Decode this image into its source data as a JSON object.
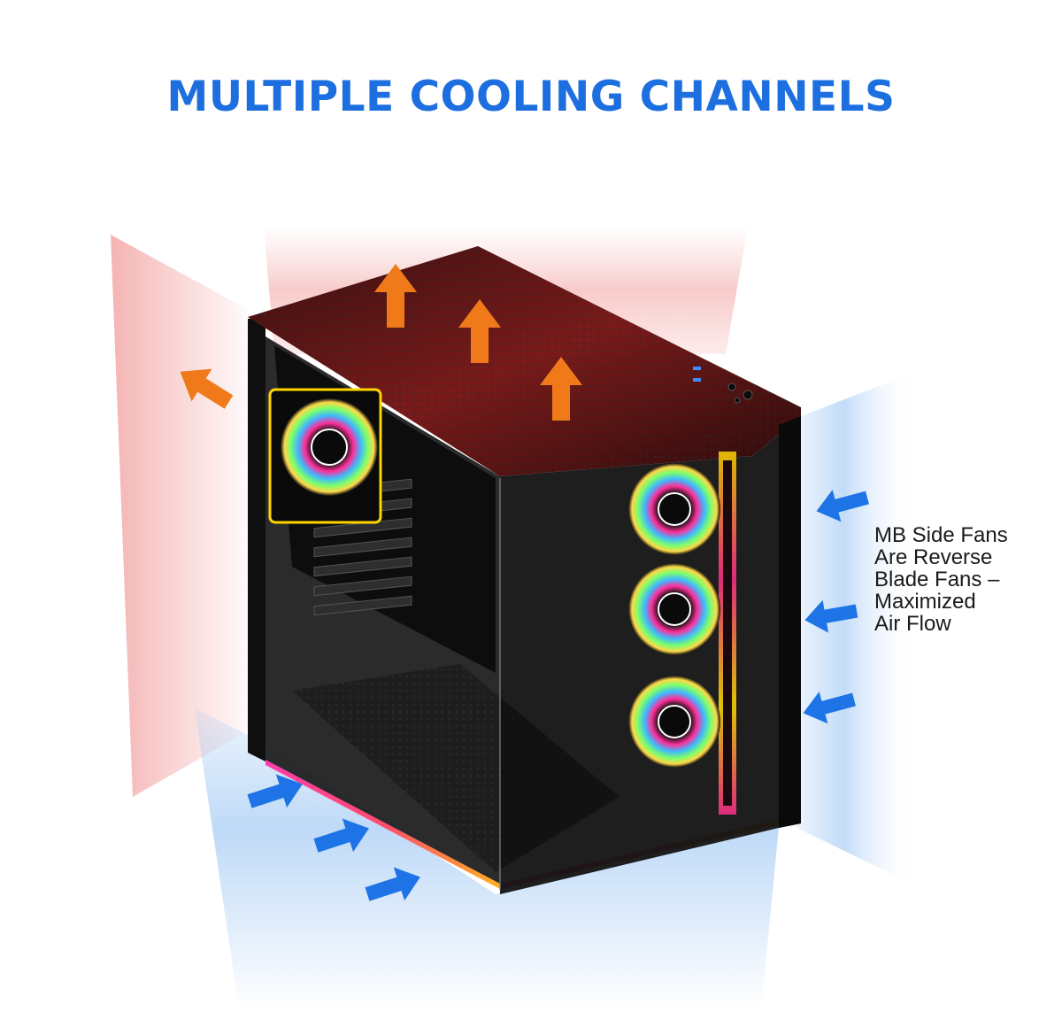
{
  "headline": "MULTIPLE COOLING CHANNELS",
  "callout": {
    "lines": [
      "MB Side Fans",
      "Are Reverse",
      "Blade Fans –",
      "Maximized",
      "Air Flow"
    ]
  },
  "colors": {
    "headline": "#1d6fe0",
    "exhaust_arrow": "#f07a1a",
    "intake_arrow": "#1e74e6",
    "exhaust_glow": "#f3a6a6",
    "intake_glow": "#a9cdf5",
    "case_body": "#141414"
  },
  "icons": {
    "exhaust": "arrow-up-icon",
    "intake": "arrow-right-icon",
    "fan": "rgb-fan-icon"
  }
}
